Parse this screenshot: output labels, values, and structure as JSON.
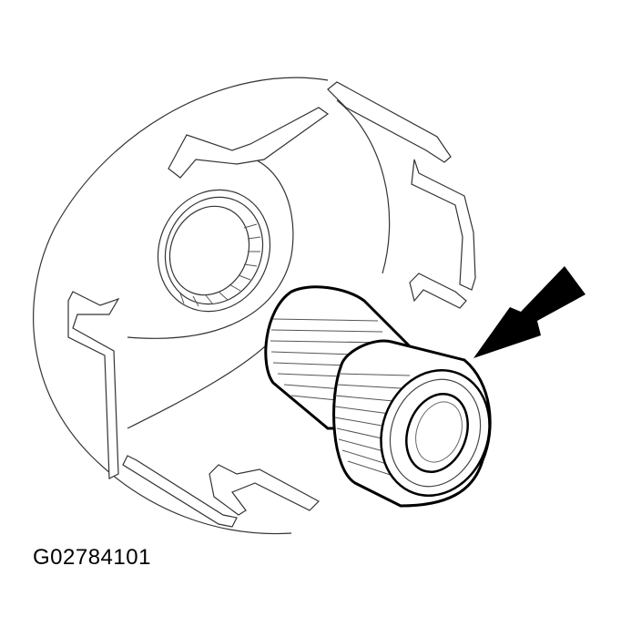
{
  "figure": {
    "id_label": "G02784101",
    "subject": "clutch-hub-assembly-with-splined-sleeve",
    "callout": {
      "type": "arrow",
      "color": "#000000",
      "points_to": "splined-sleeve"
    },
    "colors": {
      "background": "#ffffff",
      "line": "#000000"
    }
  }
}
